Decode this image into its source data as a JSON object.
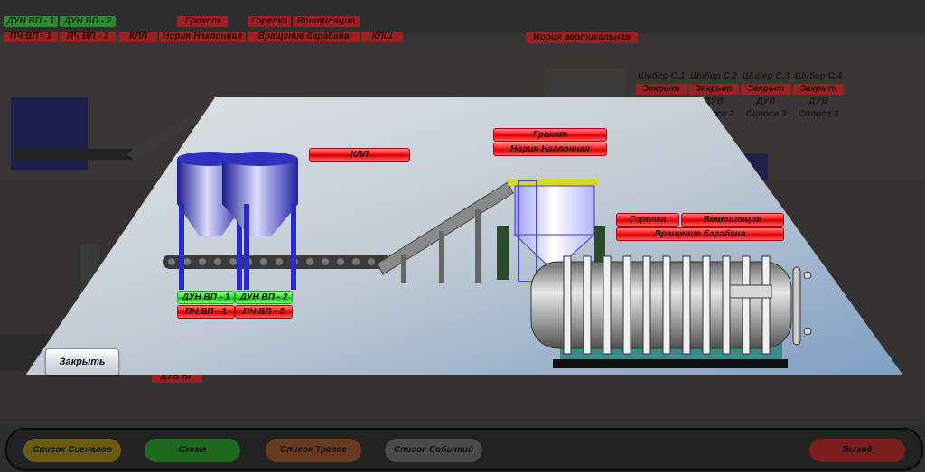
{
  "background": {
    "top_labels": [
      "ДУН ВП - 1",
      "ДУН ВП - 2",
      "ПЧ ВП - 1",
      "ПЧ ВП - 2",
      "КЛЛ",
      "Нория Наклонная",
      "Грохот",
      "Горелка",
      "Вентиляция",
      "Вращение барабана",
      "КЛШ",
      "Нория вертикальная"
    ],
    "shiber_headers": [
      "Шибер С.1",
      "Шибер С.2",
      "Шибер С.3",
      "Шибер С.4"
    ],
    "shiber_states": [
      "Закрыт",
      "Закрыт",
      "Закрыт",
      "Закрыт"
    ],
    "duv_labels": [
      "ДУВ",
      "ДУВ",
      "ДУВ"
    ],
    "silo_labels": [
      "Силоса 2",
      "Силоса 3",
      "Силоса 4"
    ],
    "bottom_label": "ДУВ ВГ"
  },
  "overlay": {
    "kll": "КЛЛ",
    "grohot": "Грохот",
    "noria": "Нория Наклонная",
    "gorelka": "Горелка",
    "ventilyaciya": "Вентиляция",
    "vrashchenie": "Вращение барабана",
    "dun1": "ДУН ВП - 1",
    "dun2": "ДУН ВП - 2",
    "pch1": "ПЧ ВП - 1",
    "pch2": "ПЧ ВП - 2",
    "close_button": "Закрыть"
  },
  "footer": {
    "signals": "Список Сигналов",
    "scheme": "Схема",
    "alarms": "Список Тревог",
    "events": "Список Событий",
    "exit": "Выход"
  },
  "colors": {
    "alarm_red": "#ff1010",
    "ok_green": "#30e830",
    "panel_blue": "#8aa8c8",
    "silo_blue": "#2a2ab8",
    "footer_signals": "#6b5a12",
    "footer_scheme": "#1d6a1d",
    "footer_alarms": "#6a3a1e",
    "footer_events": "#4a4a4a",
    "footer_exit": "#7a1e1e"
  }
}
